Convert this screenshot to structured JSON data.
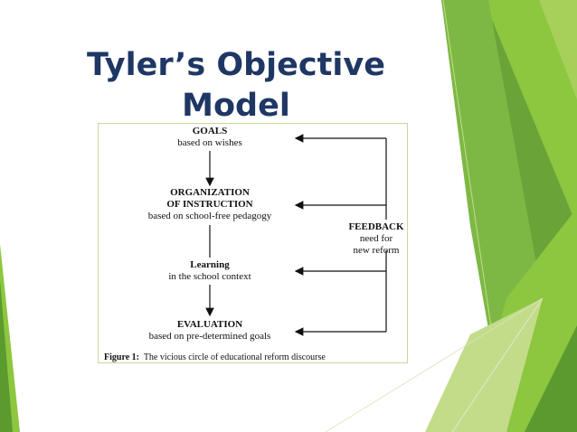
{
  "slide": {
    "title_line1": "Tyler’s Objective",
    "title_line2": "Model"
  },
  "figure": {
    "goals": {
      "title": "GOALS",
      "subtitle": "based on wishes"
    },
    "organization": {
      "title_line1": "ORGANIZATION",
      "title_line2": "OF INSTRUCTION",
      "subtitle": "based on school-free pedagogy"
    },
    "learning": {
      "title": "Learning",
      "subtitle": "in the school context"
    },
    "evaluation": {
      "title": "EVALUATION",
      "subtitle": "based on pre-determined goals"
    },
    "feedback": {
      "title": "FEEDBACK",
      "line2": "need for",
      "line3": "new reform"
    },
    "caption": {
      "label": "Figure 1:",
      "text": "The vicious circle of educational reform discourse"
    }
  },
  "colors": {
    "title": "#1f3764",
    "green_light": "#c3dc8a",
    "green_mid": "#8dc63f",
    "green_dark": "#5a9a2e"
  }
}
